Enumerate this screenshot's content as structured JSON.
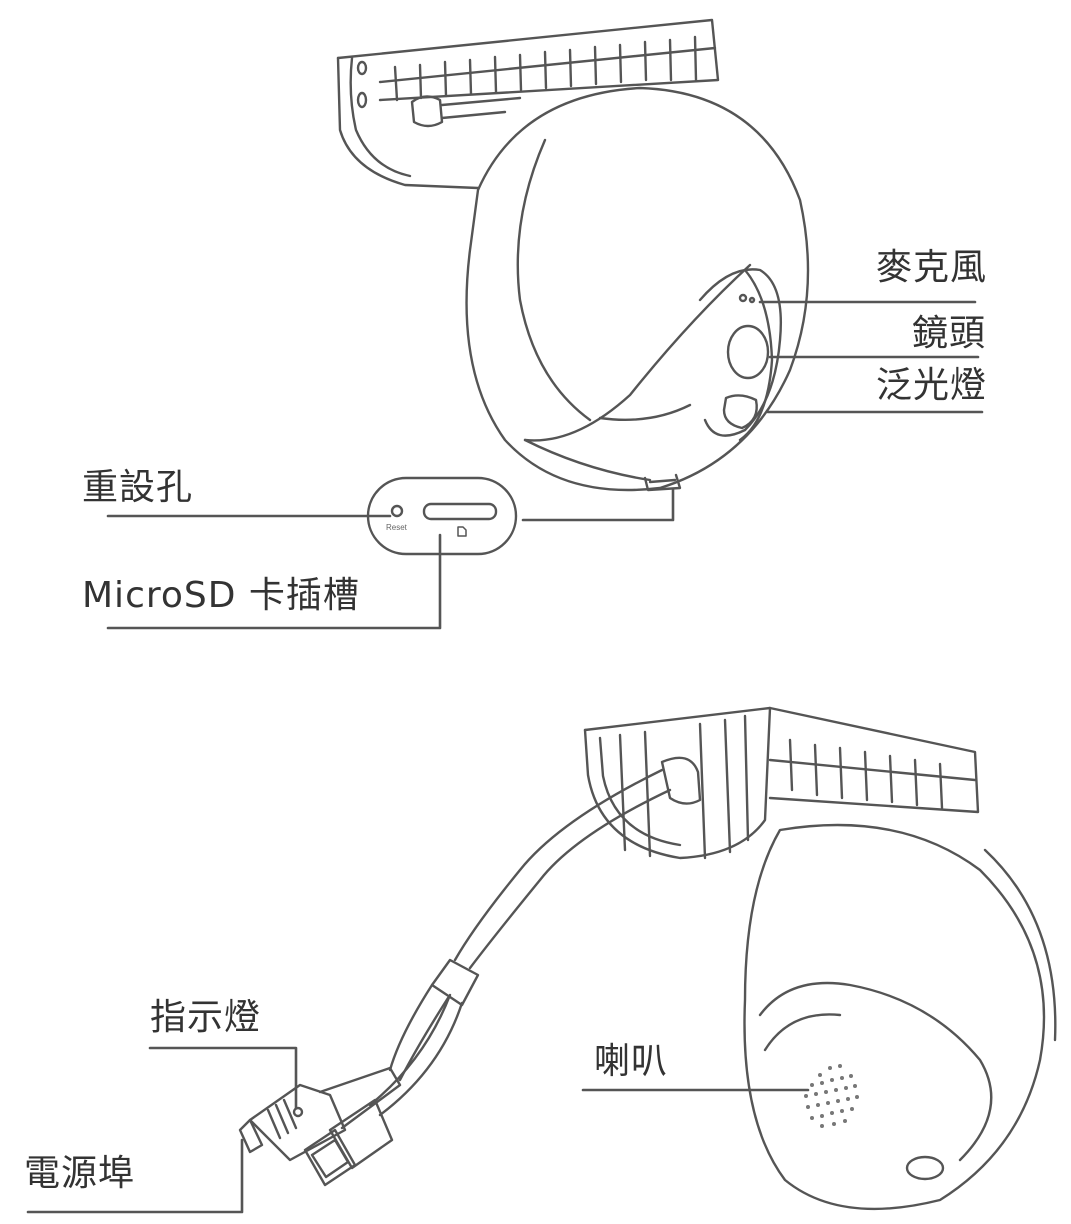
{
  "labels": {
    "microphone": "麥克風",
    "lens": "鏡頭",
    "floodlight": "泛光燈",
    "reset_hole": "重設孔",
    "microsd_slot": "MicroSD 卡插槽",
    "indicator_light": "指示燈",
    "speaker": "喇叭",
    "power_port": "電源埠",
    "reset_print": "Reset"
  },
  "colors": {
    "line": "#555555",
    "text": "#333333",
    "background": "#ffffff"
  }
}
